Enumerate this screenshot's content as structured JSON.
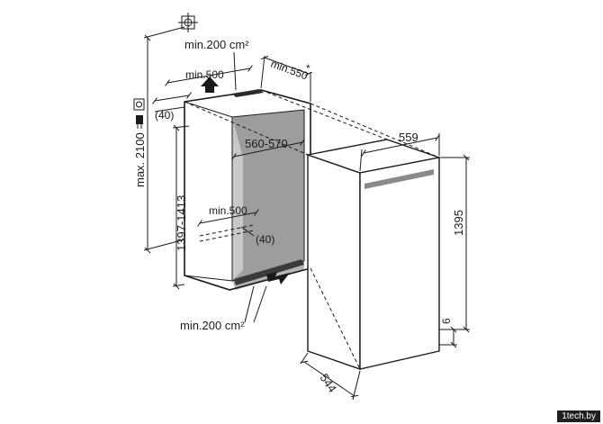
{
  "dimensions": {
    "vent_top": "min.200 cm²",
    "vent_bottom": "min.200 cm²",
    "top_width": "min.500",
    "niche_depth": "min.550",
    "niche_depth_mark": "*",
    "top_offset": "(40)",
    "niche_height_max": "max. 2100",
    "niche_height": "1397-1413",
    "niche_width": "560-570",
    "bottom_width": "min.500",
    "bottom_offset": "(40)",
    "appliance_width": "559",
    "appliance_height": "1395",
    "appliance_depth": "544",
    "base_gap": "6"
  },
  "icons": [
    "mounting-symbol-icon",
    "power-plug-icon",
    "airflow-arrow-icon"
  ],
  "watermark": "1tech.by"
}
